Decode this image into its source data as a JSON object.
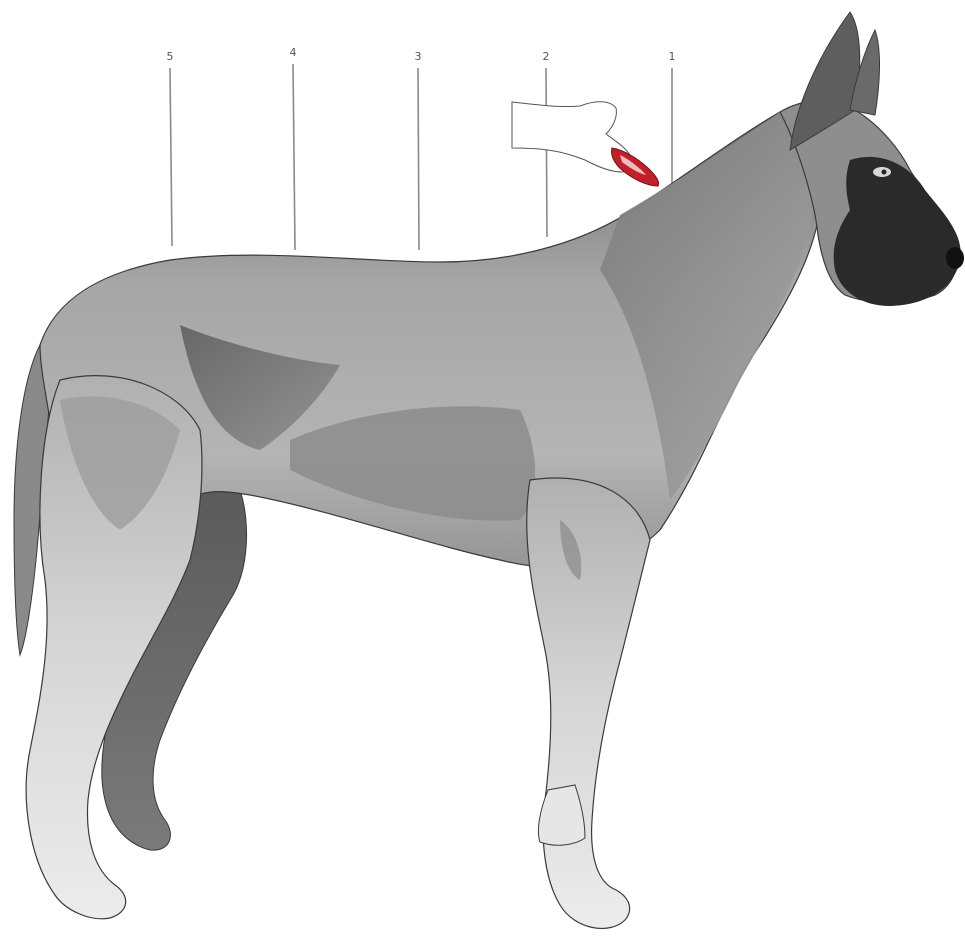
{
  "diagram": {
    "markers": [
      {
        "id": "5",
        "label": "5"
      },
      {
        "id": "4",
        "label": "4"
      },
      {
        "id": "3",
        "label": "3"
      },
      {
        "id": "2",
        "label": "2"
      },
      {
        "id": "1",
        "label": "1"
      }
    ],
    "colors": {
      "background": "#ffffff",
      "body_mid": "#9a9a9a",
      "body_dark": "#6a6a6a",
      "body_light": "#c8c8c8",
      "leg_light": "#e2e2e2",
      "muzzle": "#2a2a2a",
      "outline": "#3a3a3a",
      "hand": "#ffffff",
      "skin_pinch": "#c0202a"
    }
  }
}
